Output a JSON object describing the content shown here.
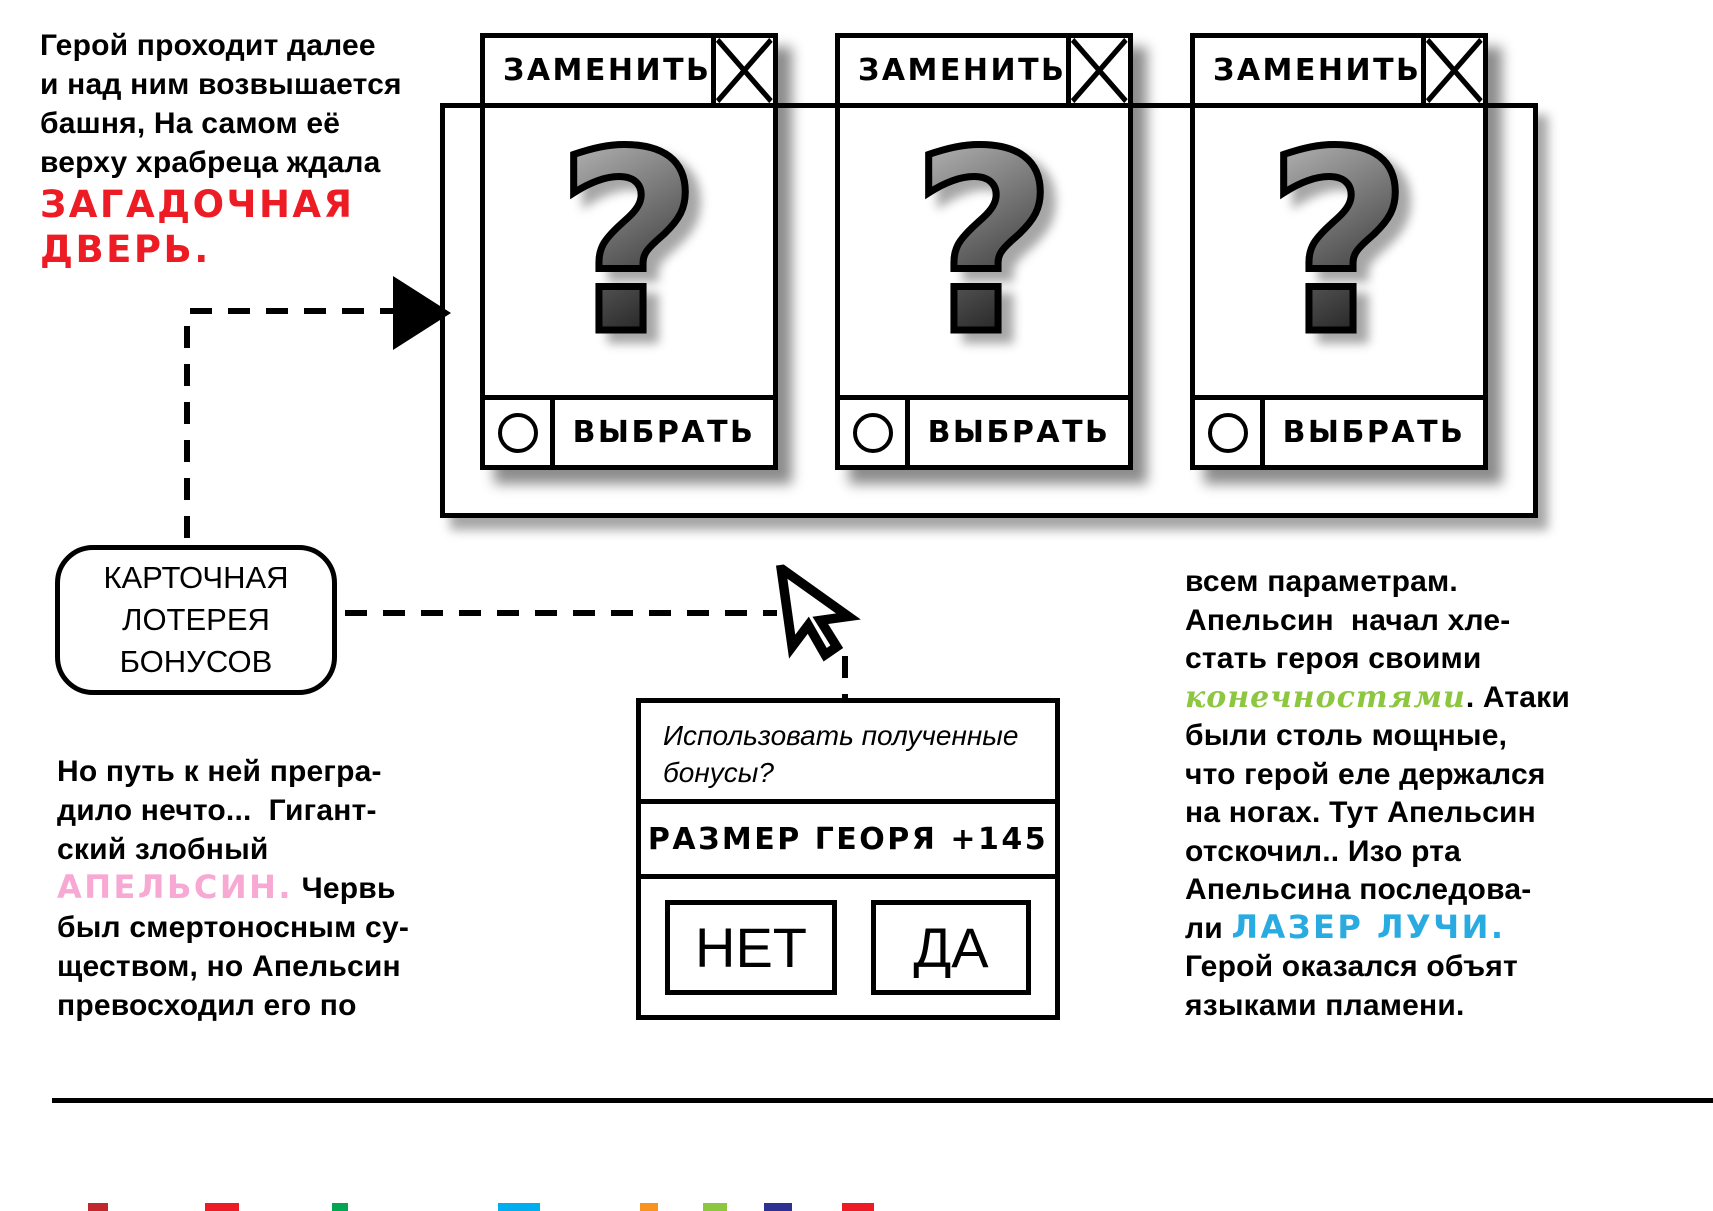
{
  "palette": {
    "highlight_red": "#ed1c24",
    "highlight_pink": "#f7a8d3",
    "highlight_green": "#8dc63f",
    "highlight_blue": "#29abe2"
  },
  "story": {
    "intro": {
      "lines": [
        "Герой проходит далее",
        "и над ним возвышается",
        "башня, На самом её",
        "верху храбреца ждала"
      ],
      "highlight": [
        "ЗАГАДОЧНАЯ",
        "ДВЕРЬ."
      ]
    },
    "left": {
      "lines_before": [
        "Но путь к ней прегра-",
        "дило нечто...  Гигант-",
        "ский злобный"
      ],
      "highlight": "АПЕЛЬСИН.",
      "after_highlight": " Червь",
      "lines_after": [
        "был смертоносным су-",
        "ществом, но Апельсин",
        "превосходил его по"
      ]
    },
    "right": {
      "lines_1": [
        "всем параметрам.",
        "Апельсин  начал хле-",
        "стать героя своими"
      ],
      "green_word": "конечностями",
      "after_green": ". Атаки",
      "lines_2": [
        "были столь мощные,",
        "что герой еле держался",
        "на ногах. Тут Апельсин",
        "отскочил.. Изо рта",
        "Апельсина последова-"
      ],
      "before_blue": "ли ",
      "blue_phrase": "ЛАЗЕР ЛУЧИ.",
      "lines_3": [
        "Герой оказался объят",
        "языками пламени."
      ]
    }
  },
  "lottery": {
    "bubble_lines": [
      "КАРТОЧНАЯ",
      "ЛОТЕРЕЯ",
      "БОНУСОВ"
    ],
    "card": {
      "replace_label": "ЗАМЕНИТЬ",
      "question_mark": "?",
      "choose_label": "ВЫБРАТЬ"
    }
  },
  "dialog": {
    "title_lines": [
      "Использовать полученные",
      "бонусы?"
    ],
    "bonus_label": "РАЗМЕР ГЕОРЯ +145",
    "no_label": "НЕТ",
    "yes_label": "ДА"
  }
}
